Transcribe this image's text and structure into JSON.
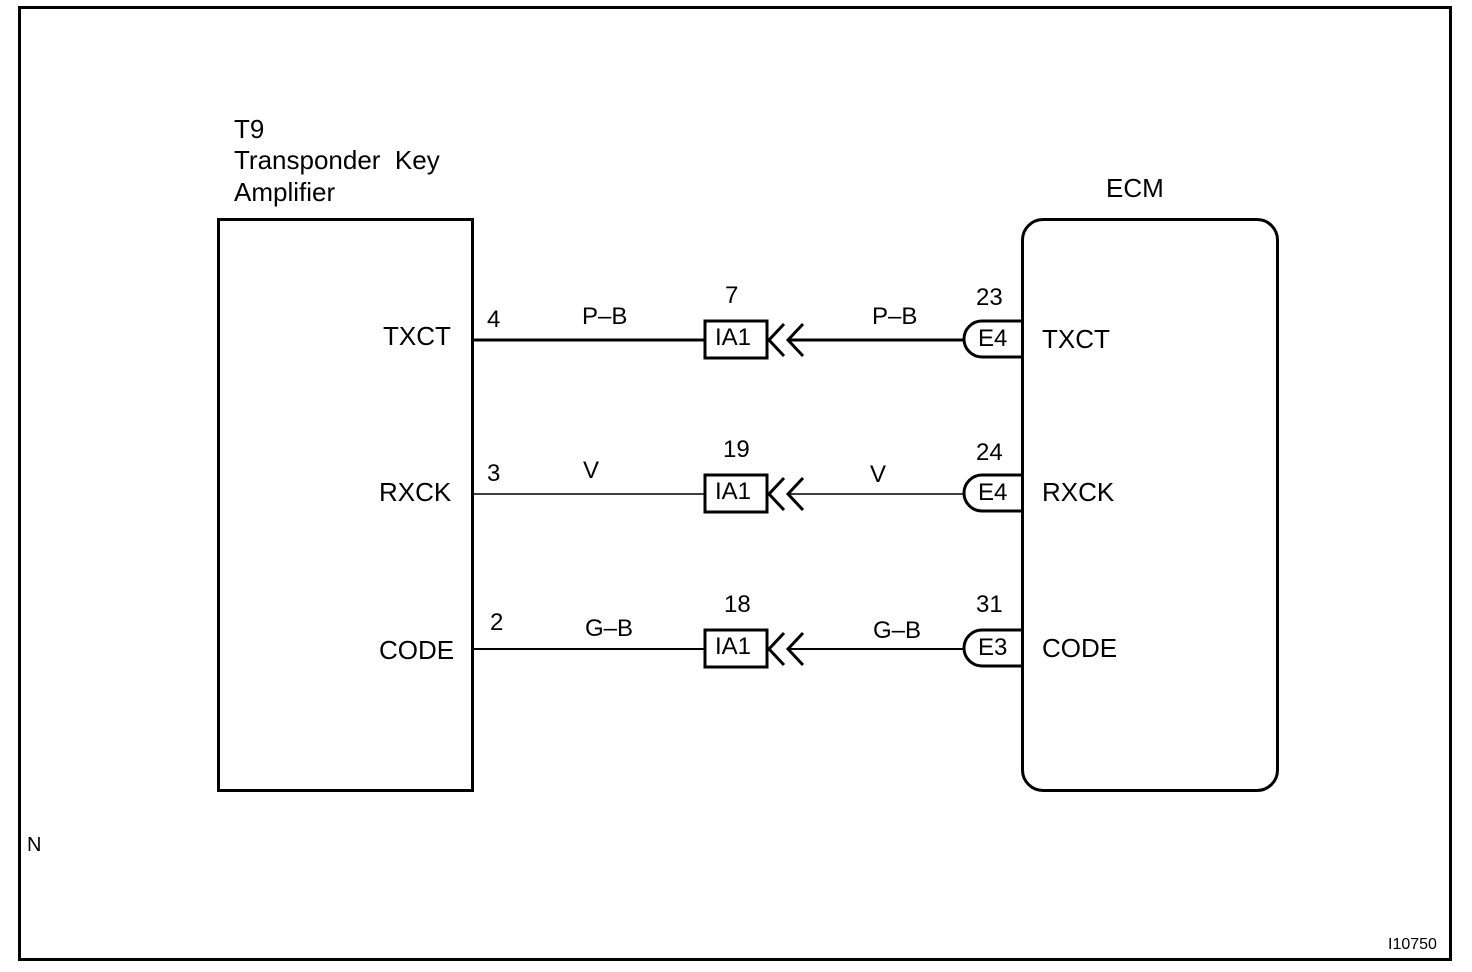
{
  "amplifier": {
    "code": "T9",
    "name_line1": "Transponder  Key",
    "name_line2": "Amplifier",
    "pins": [
      {
        "signal": "TXCT",
        "pin": "4"
      },
      {
        "signal": "RXCK",
        "pin": "3"
      },
      {
        "signal": "CODE",
        "pin": "2"
      }
    ]
  },
  "ecm": {
    "label": "ECM",
    "pins": [
      {
        "signal": "TXCT",
        "pin": "23",
        "connector": "E4"
      },
      {
        "signal": "RXCK",
        "pin": "24",
        "connector": "E4"
      },
      {
        "signal": "CODE",
        "pin": "31",
        "connector": "E3"
      }
    ]
  },
  "wires": [
    {
      "color_left": "P–B",
      "color_right": "P–B",
      "junction": "IA1",
      "junction_pin": "7"
    },
    {
      "color_left": "V",
      "color_right": "V",
      "junction": "IA1",
      "junction_pin": "19"
    },
    {
      "color_left": "G–B",
      "color_right": "G–B",
      "junction": "IA1",
      "junction_pin": "18"
    }
  ],
  "footer": {
    "corner_mark": "N",
    "figure_id": "I10750"
  }
}
